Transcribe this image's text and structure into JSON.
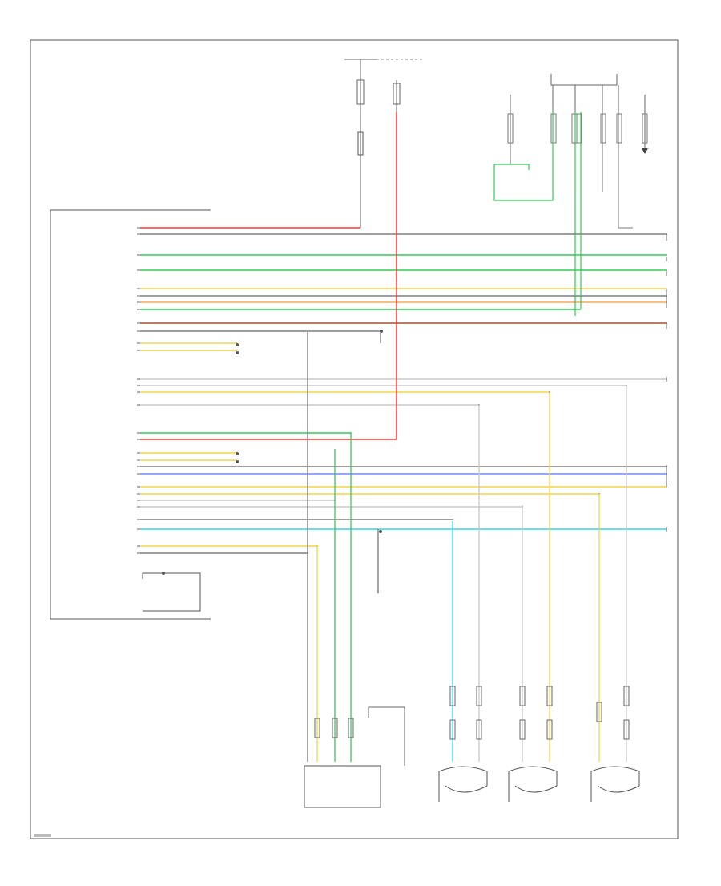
{
  "diagram": {
    "colors": {
      "frame": "#222222",
      "wire_gray": "#7f7f7f",
      "red": "#ff3333",
      "green": "#33cc55",
      "yellow": "#f2d64b",
      "orange": "#f2a95c",
      "brown": "#a0522d",
      "blue": "#7788ff",
      "cyan": "#2fd8e8",
      "light_gray": "#c8c8c8"
    },
    "wires": [
      {
        "color_key": "red"
      },
      {
        "color_key": "wire_gray"
      },
      {
        "color_key": "green"
      },
      {
        "color_key": "green"
      },
      {
        "color_key": "yellow"
      },
      {
        "color_key": "wire_gray"
      },
      {
        "color_key": "orange"
      },
      {
        "color_key": "green"
      },
      {
        "color_key": "brown"
      },
      {
        "color_key": "wire_gray"
      },
      {
        "color_key": "yellow"
      },
      {
        "color_key": "yellow"
      },
      {
        "color_key": "light_gray"
      },
      {
        "color_key": "light_gray"
      },
      {
        "color_key": "yellow"
      },
      {
        "color_key": "light_gray"
      },
      {
        "color_key": "green"
      },
      {
        "color_key": "red"
      },
      {
        "color_key": "yellow"
      },
      {
        "color_key": "yellow"
      },
      {
        "color_key": "wire_gray"
      },
      {
        "color_key": "blue"
      },
      {
        "color_key": "yellow"
      },
      {
        "color_key": "yellow"
      },
      {
        "color_key": "light_gray"
      },
      {
        "color_key": "light_gray"
      },
      {
        "color_key": "wire_gray"
      },
      {
        "color_key": "cyan"
      },
      {
        "color_key": "yellow"
      },
      {
        "color_key": "wire_gray"
      }
    ]
  }
}
